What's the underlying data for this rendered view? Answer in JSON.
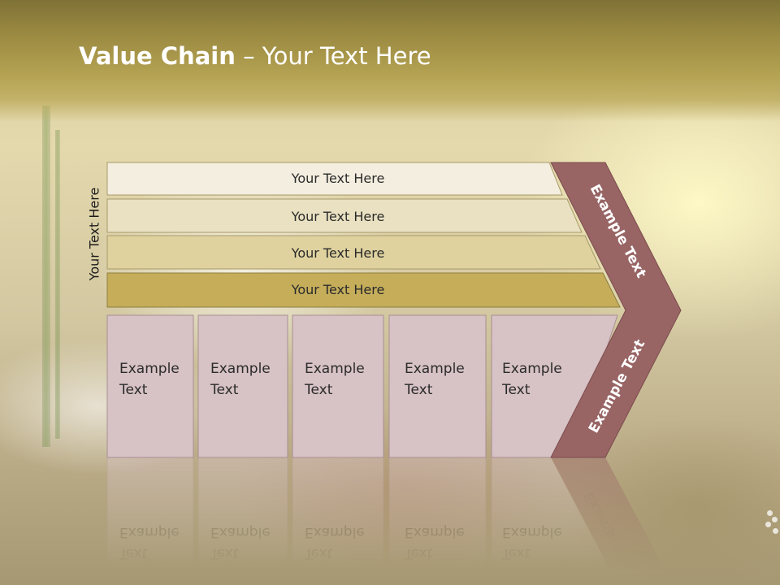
{
  "slide": {
    "title_bold": "Value Chain",
    "title_rest": " – Your Text Here",
    "vertical_label": "Your Text Here"
  },
  "bands": [
    {
      "label": "Your Text Here",
      "fill": "#f3eedf"
    },
    {
      "label": "Your Text Here",
      "fill": "#e9e1c1"
    },
    {
      "label": "Your Text Here",
      "fill": "#dfd29f"
    },
    {
      "label": "Your Text Here",
      "fill": "#c5ad5a"
    }
  ],
  "columns": [
    {
      "line1": "Example",
      "line2": "Text"
    },
    {
      "line1": "Example",
      "line2": "Text"
    },
    {
      "line1": "Example",
      "line2": "Text"
    },
    {
      "line1": "Example",
      "line2": "Text"
    },
    {
      "line1": "Example",
      "line2": "Text"
    }
  ],
  "arrow": {
    "upper_label": "Example Text",
    "lower_label": "Example Text"
  },
  "colors": {
    "column_fill": "#d7c2c5",
    "arrow_fill": "#986464",
    "title_bar": "#9c8b42"
  }
}
